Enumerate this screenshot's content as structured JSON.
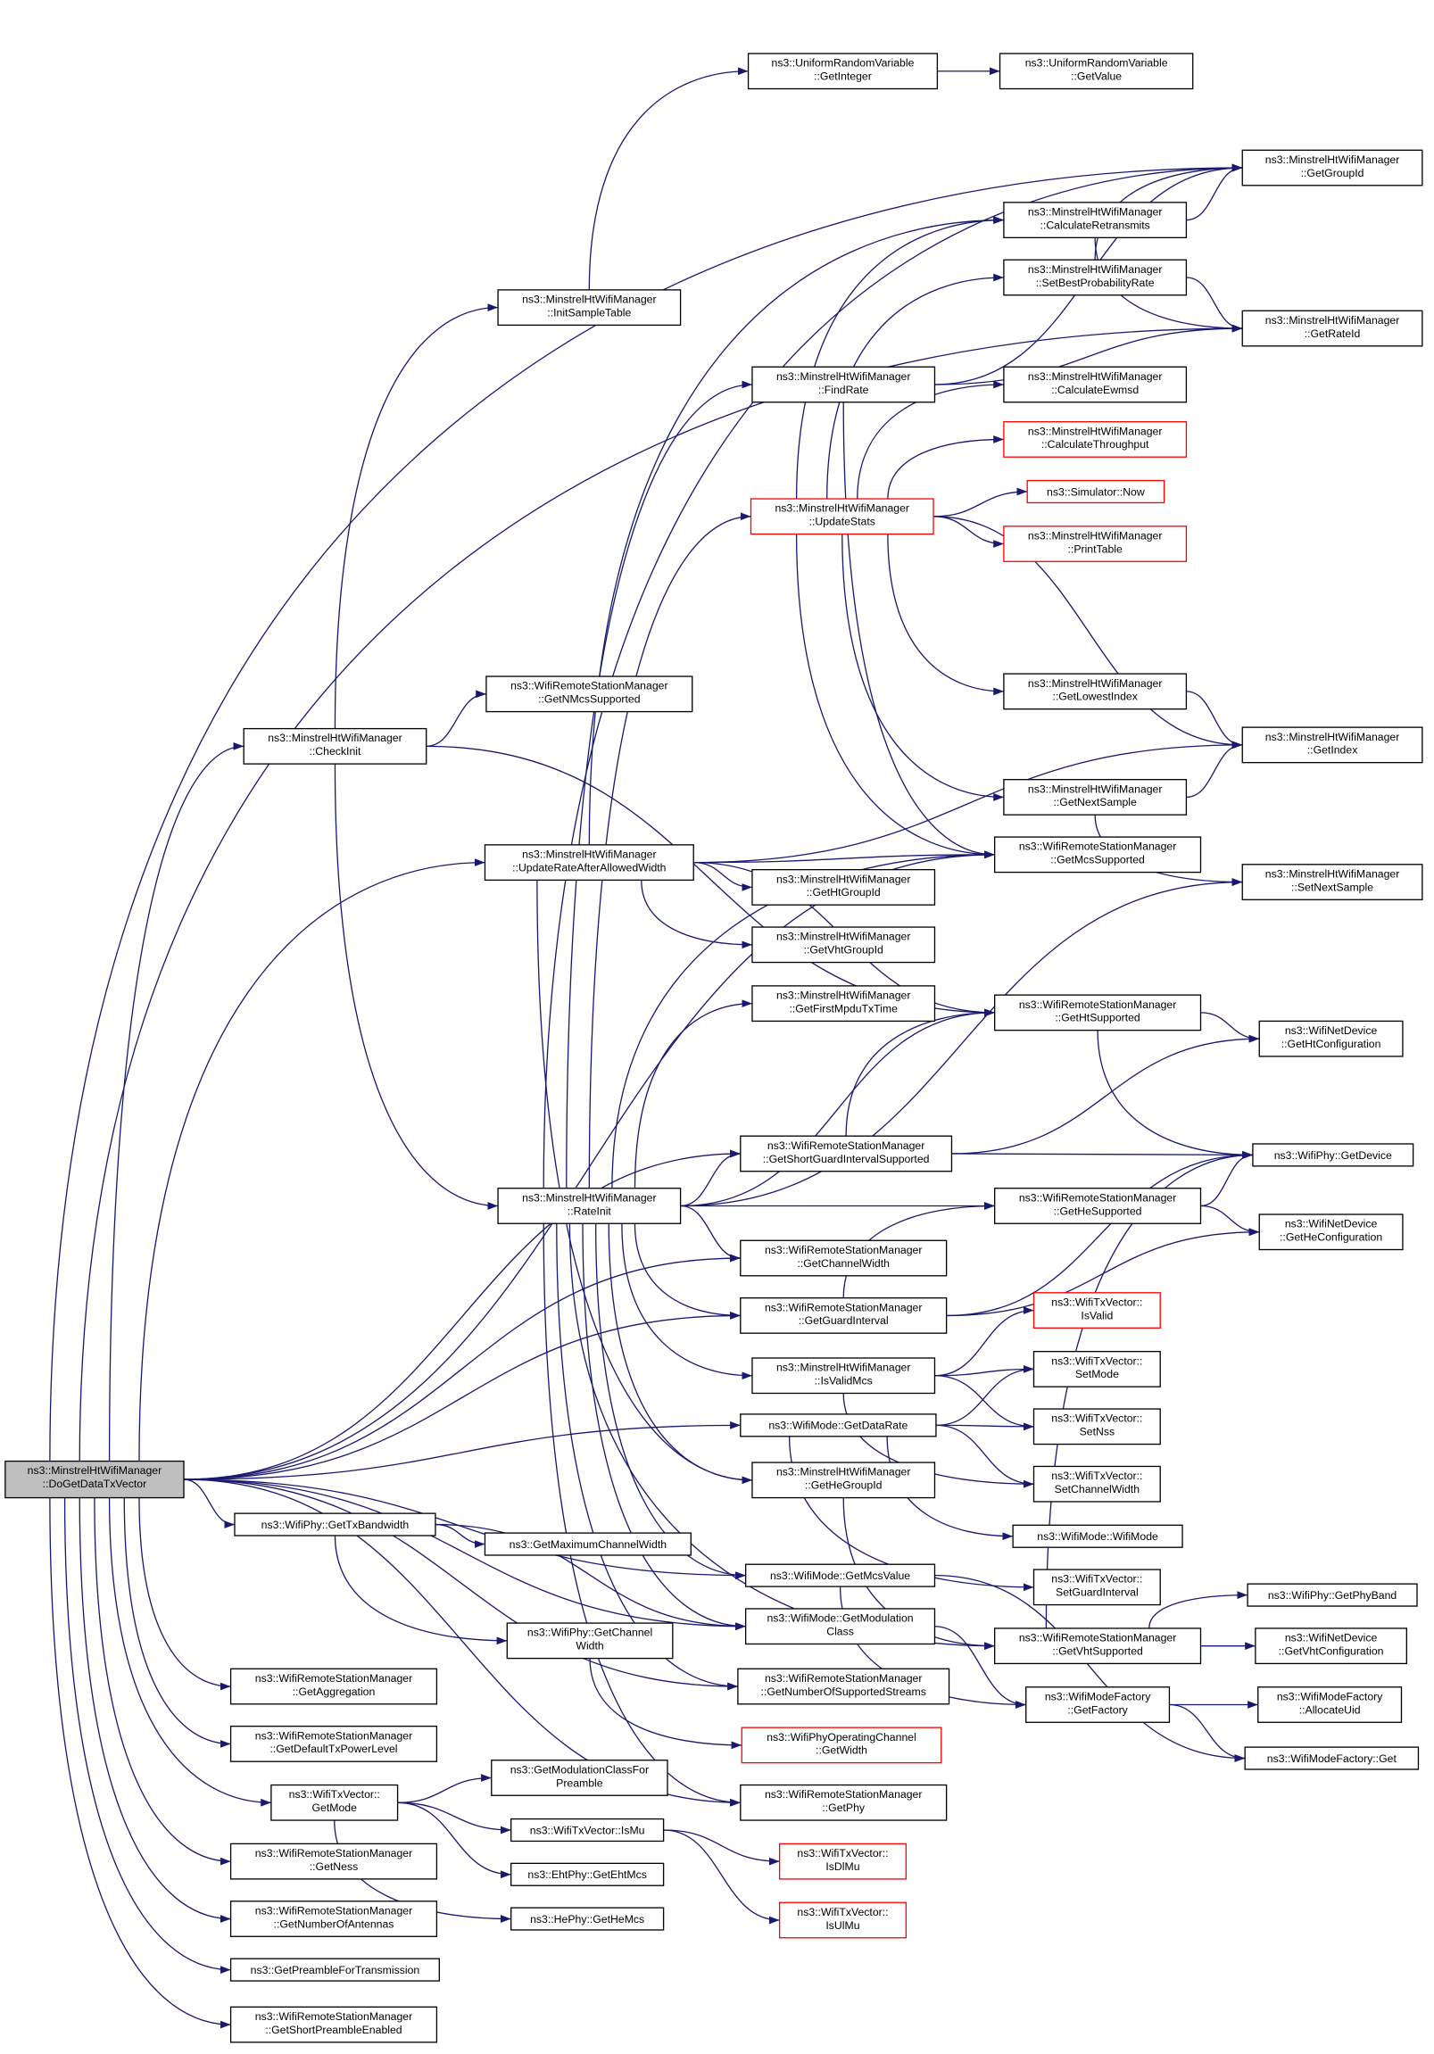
{
  "colors": {
    "background": "#ffffff",
    "edge": "#191970",
    "border": "#000000",
    "truncated_border": "#ff0000",
    "current_fill": "#bfbfbf",
    "node_fill": "#ffffff"
  },
  "nodes": [
    {
      "label": [
        "ns3::MinstrelHtWifiManager",
        "::DoGetDataTxVector"
      ],
      "current": true
    },
    {
      "label": [
        "ns3::UniformRandomVariable",
        "::GetInteger"
      ]
    },
    {
      "label": [
        "ns3::UniformRandomVariable",
        "::GetValue"
      ]
    },
    {
      "label": [
        "ns3::MinstrelHtWifiManager",
        "::GetGroupId"
      ]
    },
    {
      "label": [
        "ns3::MinstrelHtWifiManager",
        "::CalculateRetransmits"
      ]
    },
    {
      "label": [
        "ns3::MinstrelHtWifiManager",
        "::SetBestProbabilityRate"
      ]
    },
    {
      "label": [
        "ns3::MinstrelHtWifiManager",
        "::GetRateId"
      ]
    },
    {
      "label": [
        "ns3::MinstrelHtWifiManager",
        "::InitSampleTable"
      ]
    },
    {
      "label": [
        "ns3::MinstrelHtWifiManager",
        "::FindRate"
      ]
    },
    {
      "label": [
        "ns3::MinstrelHtWifiManager",
        "::CalculateEwmsd"
      ]
    },
    {
      "label": [
        "ns3::MinstrelHtWifiManager",
        "::CalculateThroughput"
      ],
      "truncated": true
    },
    {
      "label": [
        "ns3::Simulator::Now"
      ],
      "truncated": true
    },
    {
      "label": [
        "ns3::MinstrelHtWifiManager",
        "::UpdateStats"
      ],
      "truncated": true
    },
    {
      "label": [
        "ns3::MinstrelHtWifiManager",
        "::PrintTable"
      ],
      "truncated": true
    },
    {
      "label": [
        "ns3::MinstrelHtWifiManager",
        "::GetLowestIndex"
      ]
    },
    {
      "label": [
        "ns3::WifiRemoteStationManager",
        "::GetNMcsSupported"
      ]
    },
    {
      "label": [
        "ns3::MinstrelHtWifiManager",
        "::CheckInit"
      ]
    },
    {
      "label": [
        "ns3::MinstrelHtWifiManager",
        "::GetIndex"
      ]
    },
    {
      "label": [
        "ns3::MinstrelHtWifiManager",
        "::GetNextSample"
      ]
    },
    {
      "label": [
        "ns3::WifiRemoteStationManager",
        "::GetMcsSupported"
      ]
    },
    {
      "label": [
        "ns3::MinstrelHtWifiManager",
        "::UpdateRateAfterAllowedWidth"
      ]
    },
    {
      "label": [
        "ns3::MinstrelHtWifiManager",
        "::SetNextSample"
      ]
    },
    {
      "label": [
        "ns3::MinstrelHtWifiManager",
        "::GetHtGroupId"
      ]
    },
    {
      "label": [
        "ns3::MinstrelHtWifiManager",
        "::GetVhtGroupId"
      ]
    },
    {
      "label": [
        "ns3::MinstrelHtWifiManager",
        "::GetFirstMpduTxTime"
      ]
    },
    {
      "label": [
        "ns3::WifiRemoteStationManager",
        "::GetHtSupported"
      ]
    },
    {
      "label": [
        "ns3::WifiNetDevice",
        "::GetHtConfiguration"
      ]
    },
    {
      "label": [
        "ns3::WifiRemoteStationManager",
        "::GetShortGuardIntervalSupported"
      ]
    },
    {
      "label": [
        "ns3::WifiPhy::GetDevice"
      ]
    },
    {
      "label": [
        "ns3::MinstrelHtWifiManager",
        "::RateInit"
      ]
    },
    {
      "label": [
        "ns3::WifiRemoteStationManager",
        "::GetHeSupported"
      ]
    },
    {
      "label": [
        "ns3::WifiNetDevice",
        "::GetHeConfiguration"
      ]
    },
    {
      "label": [
        "ns3::WifiRemoteStationManager",
        "::GetChannelWidth"
      ]
    },
    {
      "label": [
        "ns3::WifiRemoteStationManager",
        "::GetGuardInterval"
      ]
    },
    {
      "label": [
        "ns3::WifiTxVector::",
        "IsValid"
      ],
      "truncated": true
    },
    {
      "label": [
        "ns3::MinstrelHtWifiManager",
        "::IsValidMcs"
      ]
    },
    {
      "label": [
        "ns3::WifiTxVector::",
        "SetMode"
      ]
    },
    {
      "label": [
        "ns3::WifiMode::GetDataRate"
      ]
    },
    {
      "label": [
        "ns3::WifiTxVector::",
        "SetNss"
      ]
    },
    {
      "label": [
        "ns3::MinstrelHtWifiManager",
        "::GetHeGroupId"
      ]
    },
    {
      "label": [
        "ns3::WifiTxVector::",
        "SetChannelWidth"
      ]
    },
    {
      "label": [
        "ns3::WifiPhy::GetTxBandwidth"
      ]
    },
    {
      "label": [
        "ns3::WifiMode::WifiMode"
      ]
    },
    {
      "label": [
        "ns3::GetMaximumChannelWidth"
      ]
    },
    {
      "label": [
        "ns3::WifiMode::GetMcsValue"
      ]
    },
    {
      "label": [
        "ns3::WifiTxVector::",
        "SetGuardInterval"
      ]
    },
    {
      "label": [
        "ns3::WifiPhy::GetPhyBand"
      ]
    },
    {
      "label": [
        "ns3::WifiMode::GetModulation",
        "Class"
      ]
    },
    {
      "label": [
        "ns3::WifiPhy::GetChannel",
        "Width"
      ]
    },
    {
      "label": [
        "ns3::WifiRemoteStationManager",
        "::GetVhtSupported"
      ]
    },
    {
      "label": [
        "ns3::WifiNetDevice",
        "::GetVhtConfiguration"
      ]
    },
    {
      "label": [
        "ns3::WifiRemoteStationManager",
        "::GetAggregation"
      ]
    },
    {
      "label": [
        "ns3::WifiRemoteStationManager",
        "::GetNumberOfSupportedStreams"
      ]
    },
    {
      "label": [
        "ns3::WifiModeFactory",
        "::GetFactory"
      ]
    },
    {
      "label": [
        "ns3::WifiModeFactory",
        "::AllocateUid"
      ]
    },
    {
      "label": [
        "ns3::WifiPhyOperatingChannel",
        "::GetWidth"
      ],
      "truncated": true
    },
    {
      "label": [
        "ns3::WifiRemoteStationManager",
        "::GetDefaultTxPowerLevel"
      ]
    },
    {
      "label": [
        "ns3::WifiModeFactory::Get"
      ]
    },
    {
      "label": [
        "ns3::GetModulationClassFor",
        "Preamble"
      ]
    },
    {
      "label": [
        "ns3::WifiTxVector::",
        "GetMode"
      ]
    },
    {
      "label": [
        "ns3::WifiRemoteStationManager",
        "::GetPhy"
      ]
    },
    {
      "label": [
        "ns3::WifiTxVector::IsMu"
      ]
    },
    {
      "label": [
        "ns3::WifiTxVector::",
        "IsDlMu"
      ],
      "truncated": true
    },
    {
      "label": [
        "ns3::WifiRemoteStationManager",
        "::GetNess"
      ]
    },
    {
      "label": [
        "ns3::EhtPhy::GetEhtMcs"
      ]
    },
    {
      "label": [
        "ns3::HePhy::GetHeMcs"
      ]
    },
    {
      "label": [
        "ns3::WifiRemoteStationManager",
        "::GetNumberOfAntennas"
      ]
    },
    {
      "label": [
        "ns3::WifiTxVector::",
        "IsUlMu"
      ],
      "truncated": true
    },
    {
      "label": [
        "ns3::GetPreambleForTransmission"
      ]
    },
    {
      "label": [
        "ns3::WifiRemoteStationManager",
        "::GetShortPreambleEnabled"
      ]
    }
  ],
  "edges": [
    [
      0,
      3
    ],
    [
      0,
      6
    ],
    [
      0,
      16
    ],
    [
      0,
      20
    ],
    [
      0,
      19
    ],
    [
      0,
      27
    ],
    [
      0,
      32
    ],
    [
      0,
      33
    ],
    [
      0,
      37
    ],
    [
      0,
      41
    ],
    [
      0,
      44
    ],
    [
      0,
      47
    ],
    [
      0,
      52
    ],
    [
      0,
      60
    ],
    [
      0,
      51
    ],
    [
      0,
      56
    ],
    [
      0,
      59
    ],
    [
      0,
      63
    ],
    [
      0,
      66
    ],
    [
      0,
      68
    ],
    [
      0,
      69
    ],
    [
      7,
      1
    ],
    [
      1,
      2
    ],
    [
      16,
      7
    ],
    [
      16,
      15
    ],
    [
      16,
      25
    ],
    [
      16,
      29
    ],
    [
      20,
      4
    ],
    [
      20,
      17
    ],
    [
      20,
      19
    ],
    [
      20,
      22
    ],
    [
      20,
      23
    ],
    [
      20,
      25
    ],
    [
      20,
      39
    ],
    [
      8,
      3
    ],
    [
      8,
      6
    ],
    [
      8,
      19
    ],
    [
      12,
      4
    ],
    [
      12,
      5
    ],
    [
      12,
      9
    ],
    [
      12,
      10
    ],
    [
      12,
      11
    ],
    [
      12,
      13
    ],
    [
      12,
      14
    ],
    [
      12,
      17
    ],
    [
      12,
      18
    ],
    [
      12,
      19
    ],
    [
      4,
      3
    ],
    [
      4,
      6
    ],
    [
      5,
      3
    ],
    [
      5,
      6
    ],
    [
      14,
      17
    ],
    [
      18,
      17
    ],
    [
      18,
      21
    ],
    [
      29,
      3
    ],
    [
      29,
      8
    ],
    [
      29,
      12
    ],
    [
      29,
      19
    ],
    [
      29,
      21
    ],
    [
      29,
      24
    ],
    [
      29,
      25
    ],
    [
      29,
      27
    ],
    [
      29,
      30
    ],
    [
      29,
      32
    ],
    [
      29,
      33
    ],
    [
      29,
      35
    ],
    [
      29,
      39
    ],
    [
      29,
      44
    ],
    [
      29,
      47
    ],
    [
      29,
      49
    ],
    [
      29,
      52
    ],
    [
      29,
      60
    ],
    [
      27,
      25
    ],
    [
      27,
      26
    ],
    [
      27,
      28
    ],
    [
      25,
      26
    ],
    [
      25,
      28
    ],
    [
      30,
      28
    ],
    [
      30,
      31
    ],
    [
      33,
      30
    ],
    [
      33,
      28
    ],
    [
      33,
      31
    ],
    [
      49,
      46
    ],
    [
      49,
      50
    ],
    [
      49,
      28
    ],
    [
      35,
      34
    ],
    [
      35,
      36
    ],
    [
      35,
      38
    ],
    [
      35,
      40
    ],
    [
      37,
      36
    ],
    [
      37,
      38
    ],
    [
      37,
      40
    ],
    [
      37,
      42
    ],
    [
      37,
      45
    ],
    [
      39,
      49
    ],
    [
      41,
      43
    ],
    [
      41,
      48
    ],
    [
      41,
      47
    ],
    [
      48,
      55
    ],
    [
      44,
      53
    ],
    [
      44,
      57
    ],
    [
      47,
      53
    ],
    [
      53,
      54
    ],
    [
      53,
      57
    ],
    [
      59,
      58
    ],
    [
      59,
      61
    ],
    [
      59,
      64
    ],
    [
      59,
      65
    ],
    [
      61,
      62
    ],
    [
      61,
      67
    ]
  ]
}
